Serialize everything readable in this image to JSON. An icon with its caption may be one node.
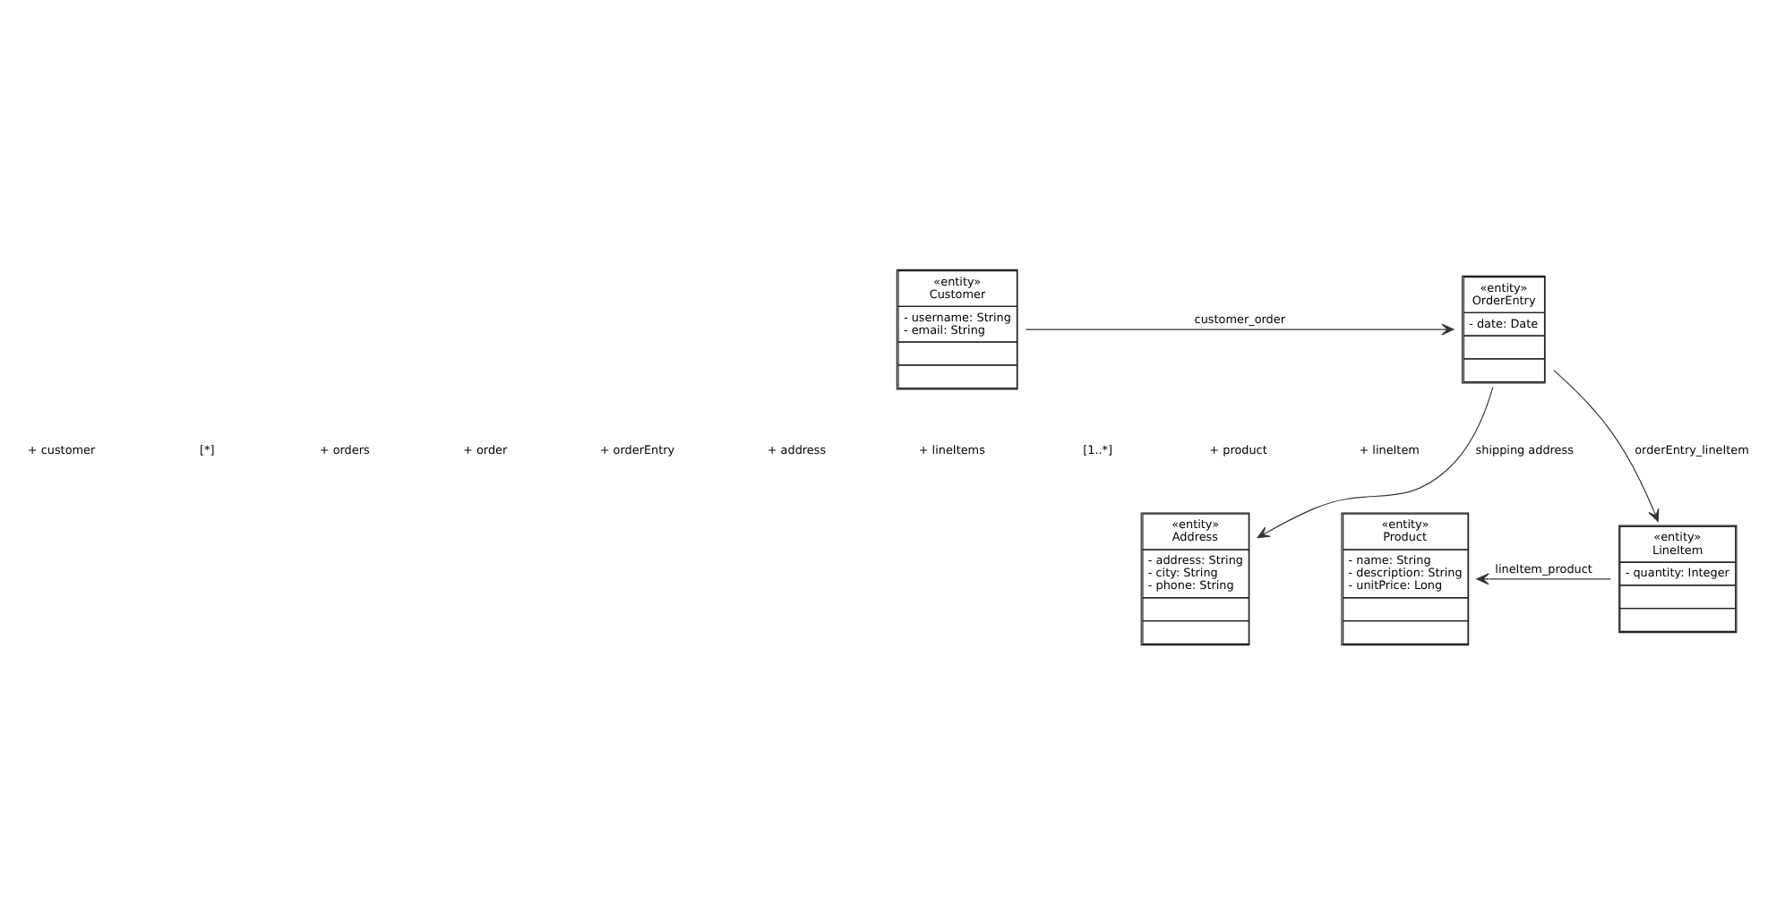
{
  "diagram": {
    "nodes": [
      {
        "text": [
          "«entity»",
          "Customer",
          "- username: String",
          "- email: String"
        ]
      },
      {
        "text": [
          "«entity»",
          "OrderEntry",
          "- date: Date"
        ]
      },
      {
        "text": [
          "«entity»",
          "Address",
          "- address: String",
          "- city: String",
          "- phone: String"
        ]
      },
      {
        "text": [
          "«entity»",
          "Product",
          "- name: String",
          "- description: String",
          "- unitPrice: Long"
        ]
      },
      {
        "text": [
          "«entity»",
          "LineItem",
          "- quantity: Integer"
        ]
      }
    ],
    "edges": [
      {
        "from": 0,
        "to": 1,
        "arrow": "to",
        "label": "customer_order"
      },
      {
        "from": 1,
        "to": 2,
        "arrow": "to",
        "label": "shipping address"
      },
      {
        "from": 1,
        "to": 4,
        "arrow": "to",
        "label": "orderEntry_lineItem"
      },
      {
        "from": 4,
        "to": 3,
        "arrow": "to",
        "label": "lineItem_product"
      }
    ],
    "labels": [
      "+ customer",
      "[*]",
      "+ orders",
      "+ order",
      "+ orderEntry",
      "+ address",
      "+ lineItems",
      "[1..*]",
      "+ product",
      "+ lineItem"
    ]
  }
}
